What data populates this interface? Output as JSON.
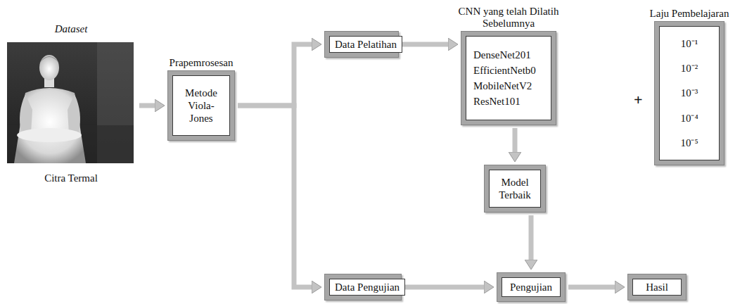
{
  "diagram": {
    "nodes": [
      {
        "text": [
          "Dataset",
          "Citra Termal"
        ]
      },
      {
        "text": [
          "Prapemrosesan",
          "Metode Viola-Jones"
        ]
      },
      {
        "text": [
          "Data Pelatihan"
        ]
      },
      {
        "text": [
          "CNN yang telah Dilatih Sebelumnya",
          "DenseNet201",
          "EfficientNetb0",
          "MobileNetV2",
          "ResNet101"
        ]
      },
      {
        "text": [
          "Laju Pembelajaran",
          "10⁻¹",
          "10⁻²",
          "10⁻³",
          "10⁻⁴",
          "10⁻⁵"
        ]
      },
      {
        "text": [
          "Model Terbaik"
        ]
      },
      {
        "text": [
          "Data Pengujian"
        ]
      },
      {
        "text": [
          "Pengujian"
        ]
      },
      {
        "text": [
          "Hasil"
        ]
      }
    ],
    "edges": [
      {
        "from": 0,
        "to": 1,
        "arrow": "to"
      },
      {
        "from": 1,
        "to": 2,
        "arrow": "to"
      },
      {
        "from": 1,
        "to": 6,
        "arrow": "to"
      },
      {
        "from": 2,
        "to": 3,
        "arrow": "to"
      },
      {
        "from": 3,
        "to": 5,
        "arrow": "to"
      },
      {
        "from": 5,
        "to": 7,
        "arrow": "to"
      },
      {
        "from": 6,
        "to": 7,
        "arrow": "to"
      },
      {
        "from": 7,
        "to": 8,
        "arrow": "to"
      }
    ],
    "labels": [
      "+"
    ]
  }
}
